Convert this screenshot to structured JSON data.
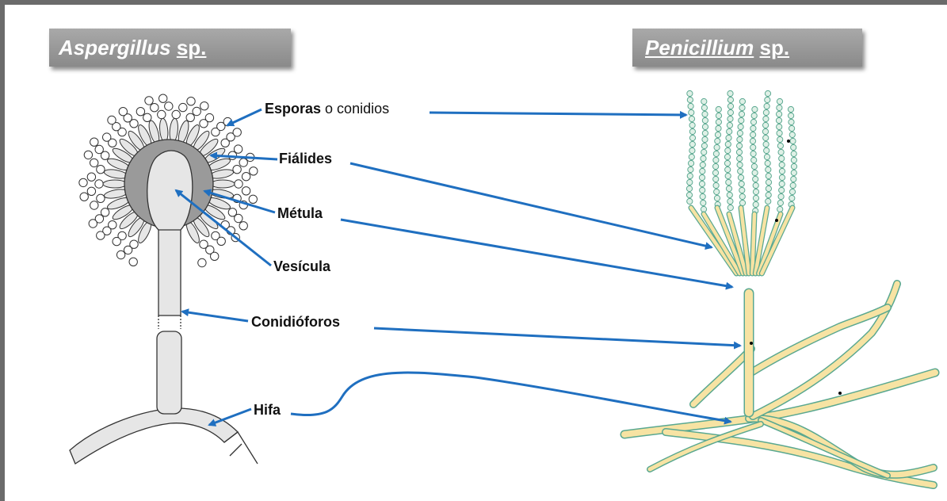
{
  "titles": {
    "left_genus": "Aspergillus",
    "left_suffix": "sp.",
    "right_genus": "Penicillium",
    "right_suffix": "sp."
  },
  "labels": {
    "esporas_bold": "Esporas",
    "esporas_rest": " o conidios",
    "fialides": "Fiálides",
    "metula": "Métula",
    "vesicula": "Vesícula",
    "conidioforos": "Conidióforos",
    "hifa": "Hifa"
  },
  "colors": {
    "arrow": "#1f6fc0",
    "title_bg": "#999999",
    "aspergillus_fill": "#e6e6e6",
    "aspergillus_dark": "#9a9a9a",
    "penicillium_fill": "#f7e3a3",
    "penicillium_outline": "#5aa890"
  }
}
